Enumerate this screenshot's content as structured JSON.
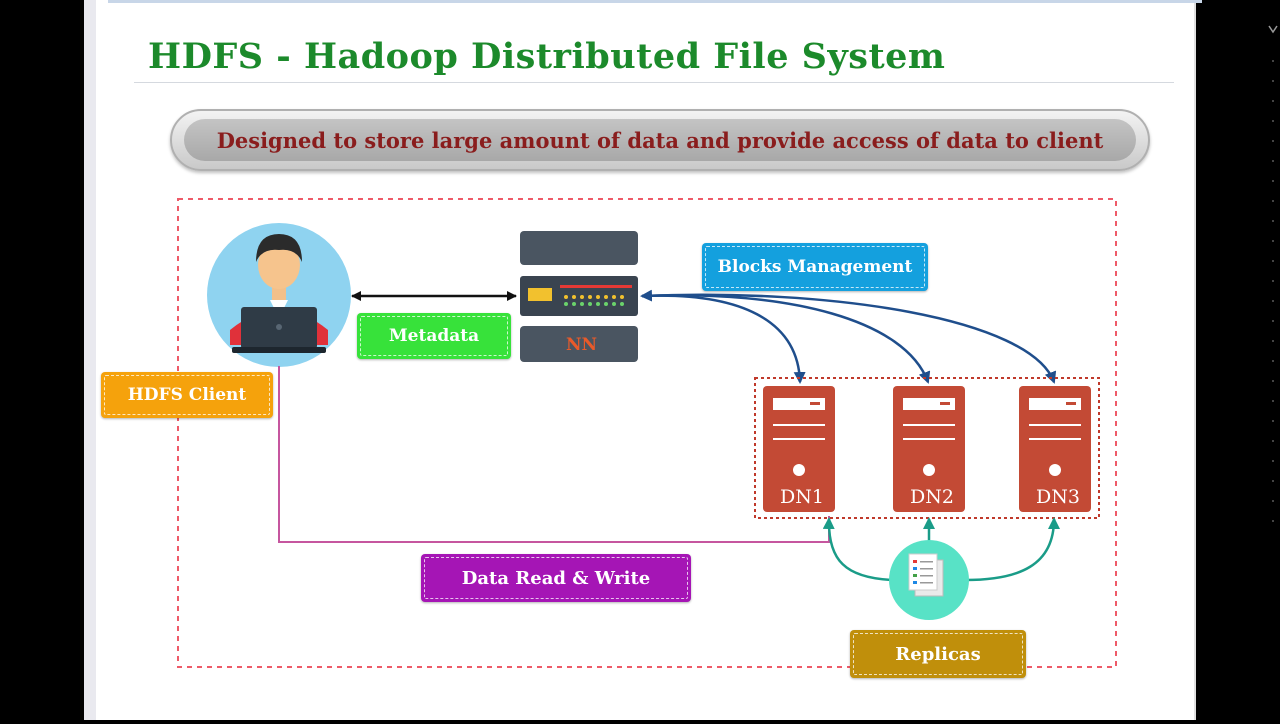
{
  "slide": {
    "title": "HDFS - Hadoop Distributed File System",
    "banner": "Designed to store large amount of data and provide access of data to client"
  },
  "labels": {
    "hdfs_client": "HDFS Client",
    "metadata": "Metadata",
    "namenode": "NN",
    "blocks_management": "Blocks Management",
    "datanodes": [
      "DN1",
      "DN2",
      "DN3"
    ],
    "data_read_write": "Data Read & Write",
    "replicas": "Replicas"
  },
  "colors": {
    "title": "#1c8a2b",
    "banner_text": "#8a1d1d",
    "hdfs_client_tag": "#f5a20c",
    "metadata_tag": "#37e23a",
    "blocks_management_tag": "#14a0de",
    "data_read_write_tag": "#a515b5",
    "replicas_tag": "#c08f0b",
    "datanode": "#c34a35",
    "namenode": "#3e4a57",
    "container_border": "#ee5a68"
  }
}
